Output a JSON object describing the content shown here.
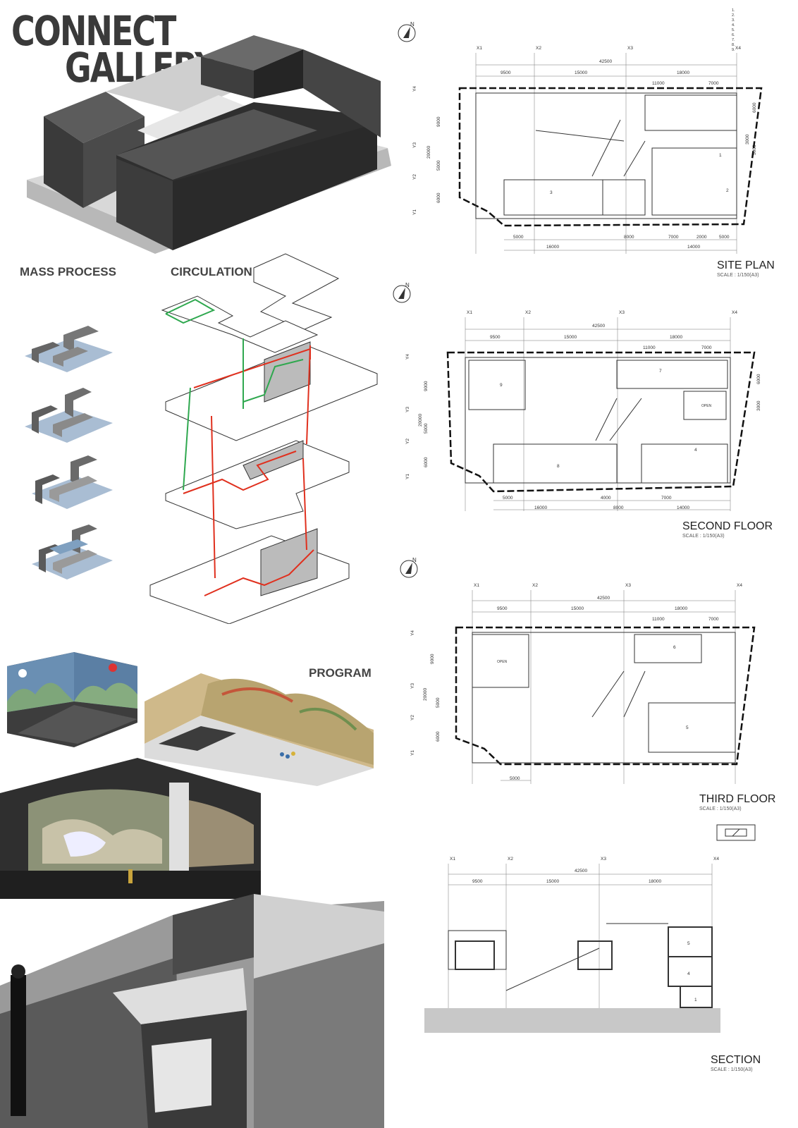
{
  "title": {
    "line1": "CONNECT",
    "line2": "GALLERY"
  },
  "sections": {
    "mass_process": "MASS PROCESS",
    "circulation": "CIRCULATION",
    "program": "PROGRAM"
  },
  "legend": [
    "1.",
    "2.",
    "3.",
    "4.",
    "5.",
    "6.",
    "7.",
    "8.",
    "9."
  ],
  "compass_label": "N",
  "grid": {
    "x": [
      "X1",
      "X2",
      "X3",
      "X4"
    ],
    "y": [
      "Y1",
      "Y2",
      "Y3",
      "Y4"
    ]
  },
  "dims": {
    "total": "42500",
    "spans": [
      "9500",
      "15000",
      "18000"
    ],
    "sub": [
      "11000",
      "7000"
    ],
    "y_total": "20000",
    "y_spans": [
      "9000",
      "5000",
      "6000"
    ],
    "right": [
      "6000",
      "3000",
      "5000"
    ],
    "bottom_site": [
      "5000",
      "16000",
      "8000",
      "7000",
      "2000",
      "5000",
      "14000"
    ],
    "bottom_second": [
      "5000",
      "16000",
      "4000",
      "8000",
      "7000",
      "14000"
    ],
    "bottom_third": [
      "5000"
    ]
  },
  "plans": {
    "site": {
      "title": "SITE PLAN",
      "scale": "SCALE : 1/150(A3)",
      "rooms": [
        "1",
        "2",
        "3"
      ]
    },
    "second": {
      "title": "SECOND FLOOR",
      "scale": "SCALE : 1/150(A3)",
      "rooms": [
        "7",
        "4",
        "8",
        "9"
      ],
      "open": "OPEN"
    },
    "third": {
      "title": "THIRD FLOOR",
      "scale": "SCALE : 1/150(A3)",
      "rooms": [
        "6",
        "5"
      ],
      "open": "OPEN"
    },
    "section": {
      "title": "SECTION",
      "scale": "SCALE : 1/150(A3)",
      "rooms": [
        "5",
        "4",
        "1"
      ]
    }
  },
  "colors": {
    "dark": "#3b3b3b",
    "mid": "#5a5a5a",
    "light": "#c8c8c8",
    "red": "#e0301e",
    "green": "#2fa84f",
    "blue": "#9fb4cc"
  }
}
